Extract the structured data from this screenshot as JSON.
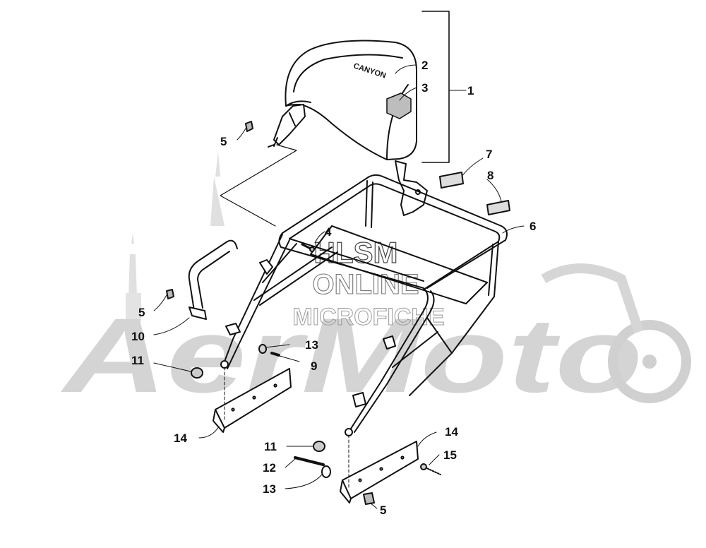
{
  "watermark": {
    "line1": "HLSM",
    "line2": "ONLINE",
    "line3": "MICROFICHE",
    "brand": "AerMoto",
    "color": "#cfcfcf"
  },
  "emblem_text": "CANYON",
  "callouts": {
    "c1": "1",
    "c2": "2",
    "c3": "3",
    "c4": "4",
    "c5a": "5",
    "c5b": "5",
    "c5c": "5",
    "c6": "6",
    "c7": "7",
    "c8": "8",
    "c9": "9",
    "c10": "10",
    "c11a": "11",
    "c11b": "11",
    "c12": "12",
    "c13a": "13",
    "c13b": "13",
    "c14a": "14",
    "c14b": "14",
    "c15": "15"
  },
  "colors": {
    "line": "#111111",
    "watermark": "#cfcfcf"
  }
}
